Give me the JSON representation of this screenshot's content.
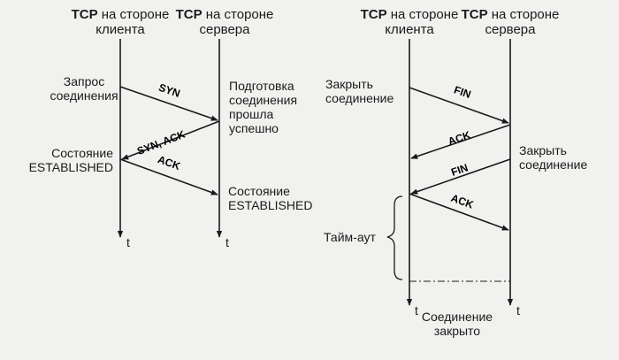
{
  "left": {
    "client_header": {
      "bold": "TCP",
      "rest": " на стороне",
      "line2": "клиента"
    },
    "server_header": {
      "bold": "TCP",
      "rest": " на стороне",
      "line2": "сервера"
    },
    "client_request": [
      "Запрос",
      "соединения"
    ],
    "server_prepared": [
      "Подготовка",
      "соединения",
      "прошла",
      "успешно"
    ],
    "client_state": [
      "Состояние",
      "ESTABLISHED"
    ],
    "server_state": [
      "Состояние",
      "ESTABLISHED"
    ],
    "messages": {
      "syn": "SYN",
      "synack": "SYN, ACK",
      "ack": "ACK"
    },
    "time_label": "t"
  },
  "right": {
    "client_header": {
      "bold": "TCP",
      "rest": " на стороне",
      "line2": "клиента"
    },
    "server_header": {
      "bold": "TCP",
      "rest": " на стороне",
      "line2": "сервера"
    },
    "client_close": [
      "Закрыть",
      "соединение"
    ],
    "server_close": [
      "Закрыть",
      "соединение"
    ],
    "timeout": "Тайм-аут",
    "closed": [
      "Соединение",
      "закрыто"
    ],
    "messages": {
      "fin1": "FIN",
      "ack1": "ACK",
      "fin2": "FIN",
      "ack2": "ACK"
    },
    "time_label": "t"
  }
}
